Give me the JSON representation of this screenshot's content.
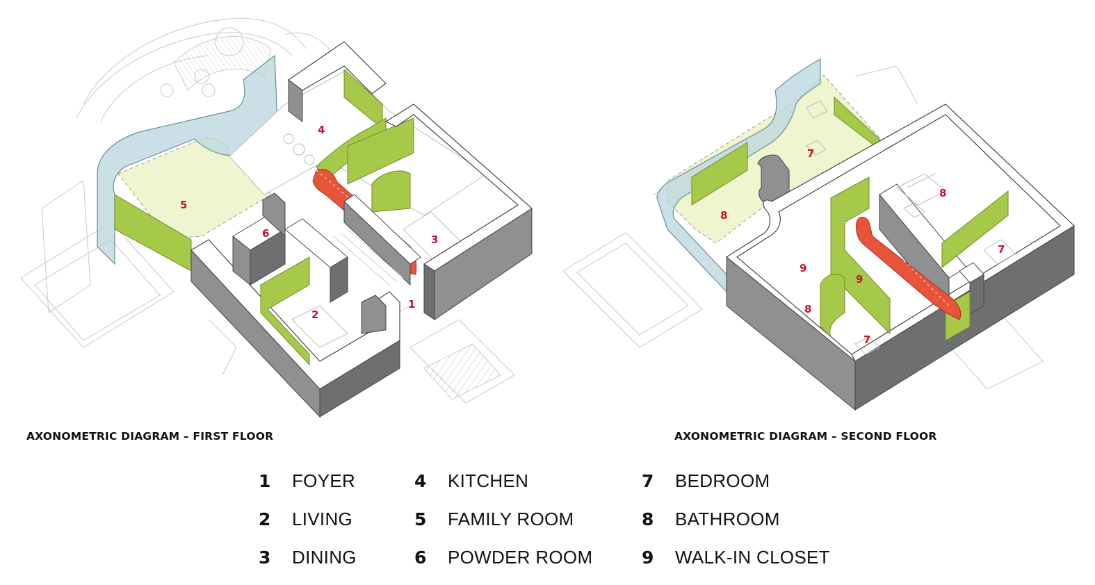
{
  "captions": {
    "first_floor": "AXONOMETRIC DIAGRAM – FIRST FLOOR",
    "second_floor": "AXONOMETRIC DIAGRAM – SECOND FLOOR"
  },
  "legend": [
    {
      "number": "1",
      "label": "FOYER"
    },
    {
      "number": "2",
      "label": "LIVING"
    },
    {
      "number": "3",
      "label": "DINING"
    },
    {
      "number": "4",
      "label": "KITCHEN"
    },
    {
      "number": "5",
      "label": "FAMILY ROOM"
    },
    {
      "number": "6",
      "label": "POWDER ROOM"
    },
    {
      "number": "7",
      "label": "BEDROOM"
    },
    {
      "number": "8",
      "label": "BATHROOM"
    },
    {
      "number": "9",
      "label": "WALK-IN CLOSET"
    }
  ],
  "first_floor_rooms": [
    "1",
    "2",
    "3",
    "4",
    "5",
    "6"
  ],
  "second_floor_rooms": [
    "7",
    "8",
    "9",
    "9",
    "8",
    "7",
    "7",
    "8"
  ],
  "colors": {
    "wall_top": "#ffffff",
    "wall_side": "#8f9092",
    "wall_side_dark": "#6e6f71",
    "green_wall": "#a7c94a",
    "green_floor": "#eef5cf",
    "blue_glass": "#b9d6dd",
    "stair_red": "#e8543a",
    "room_label": "#c4122f",
    "line_art": "#c8c8c8"
  }
}
